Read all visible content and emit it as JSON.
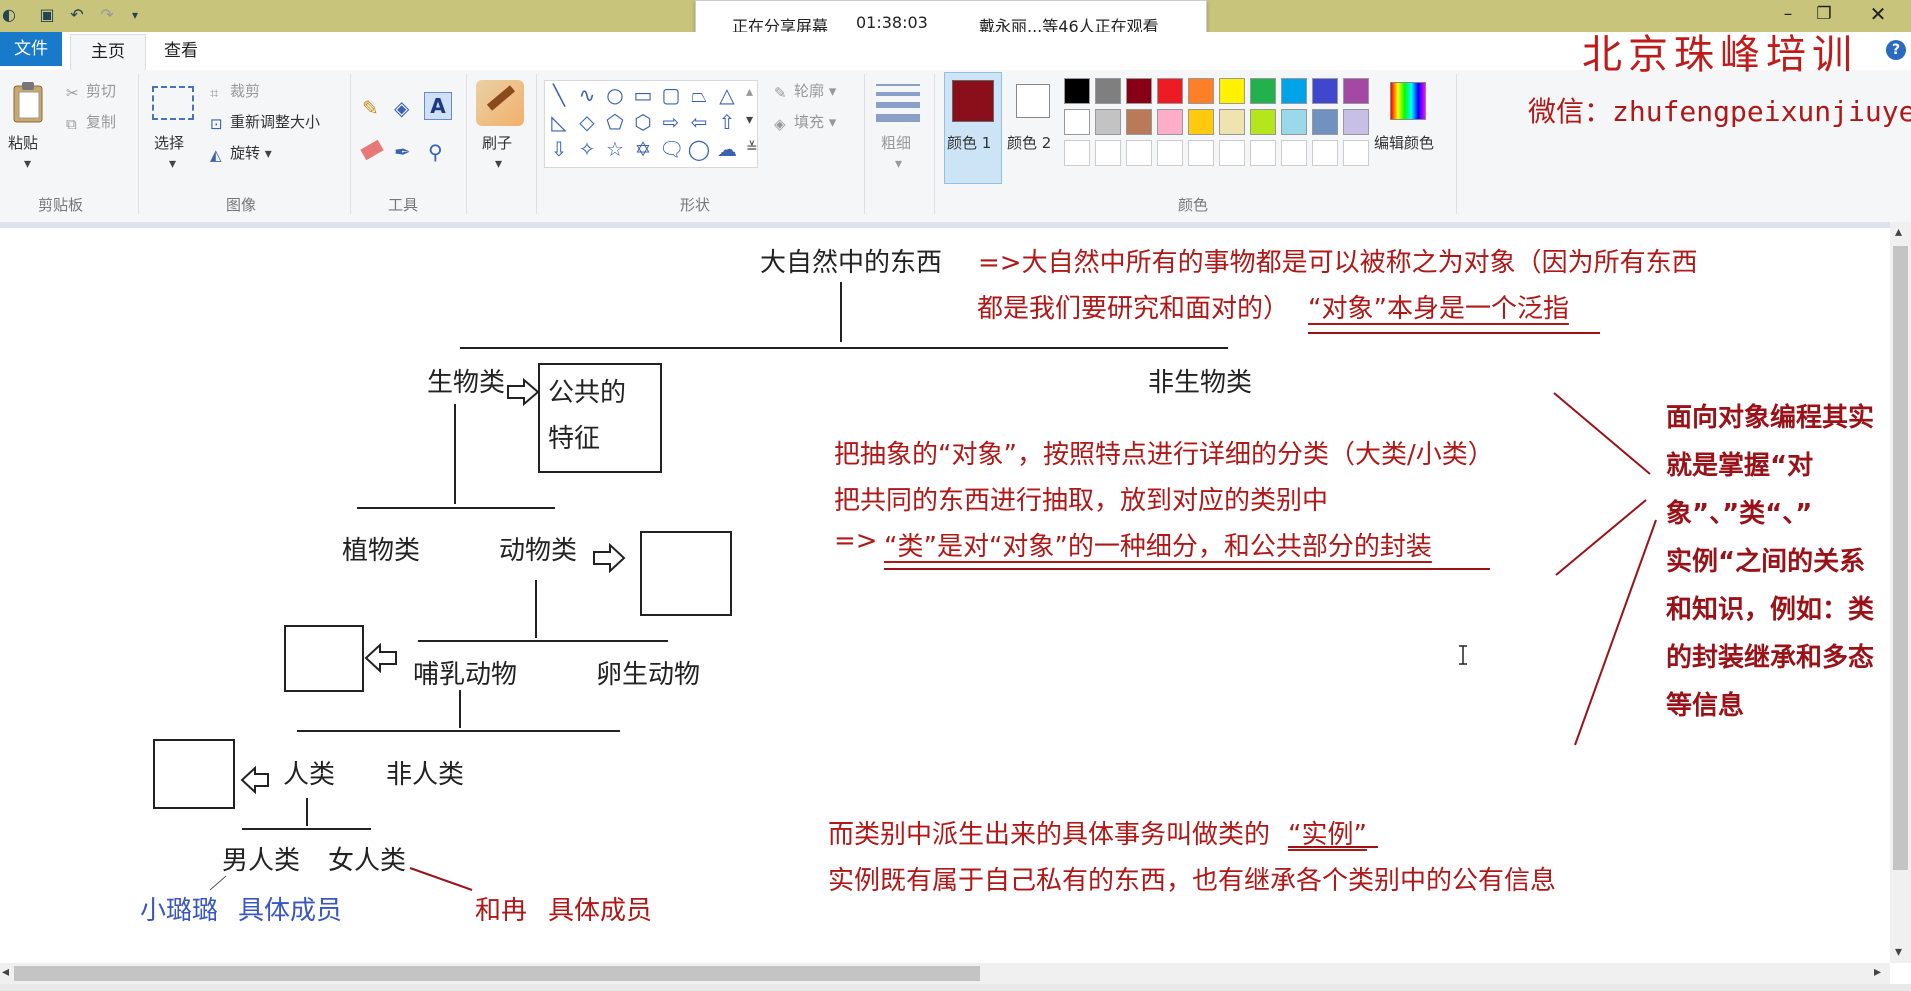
{
  "window": {
    "share_status": "正在分享屏幕",
    "share_time": "01:38:03",
    "viewers": "戴永丽...等46人正在观看",
    "watermark_title": "北京珠峰培训",
    "watermark_wechat": "微信：zhufengpeixunjiuye"
  },
  "tabs": {
    "file": "文件",
    "home": "主页",
    "view": "查看"
  },
  "ribbon": {
    "clipboard": {
      "paste": "粘贴",
      "cut": "剪切",
      "copy": "复制",
      "label": "剪贴板"
    },
    "image": {
      "select": "选择",
      "crop": "裁剪",
      "resize": "重新调整大小",
      "rotate": "旋转",
      "label": "图像"
    },
    "tools": {
      "label": "工具"
    },
    "brushes": {
      "label": "刷子"
    },
    "shapes": {
      "outline": "轮廓",
      "fill": "填充",
      "label": "形状"
    },
    "size": {
      "label": "粗细"
    },
    "colors": {
      "color1": "颜色 1",
      "color2": "颜色 2",
      "edit": "编辑颜色",
      "label": "颜色",
      "color1_value": "#8b0f1a",
      "color2_value": "#ffffff",
      "palette_row1": [
        "#000000",
        "#7f7f7f",
        "#880015",
        "#ed1c24",
        "#ff7f27",
        "#fff200",
        "#22b14c",
        "#00a2e8",
        "#3f48cc",
        "#a349a4"
      ],
      "palette_row2": [
        "#ffffff",
        "#c3c3c3",
        "#b97a57",
        "#ffaec9",
        "#ffc90e",
        "#efe4b0",
        "#b5e61d",
        "#99d9ea",
        "#7092be",
        "#c8bfe7"
      ],
      "palette_row3": [
        "#ffffff",
        "#ffffff",
        "#ffffff",
        "#ffffff",
        "#ffffff",
        "#ffffff",
        "#ffffff",
        "#ffffff",
        "#ffffff",
        "#ffffff"
      ]
    }
  },
  "diagram": {
    "root": "大自然中的东西",
    "root_note_1": "=>大自然中所有的事物都是可以被称之为对象（因为所有东西",
    "root_note_2_a": "都是我们要研究和面对的）",
    "root_note_2_b": "“对象”本身是一个泛指",
    "living": "生物类",
    "common_feature_1": "公共的",
    "common_feature_2": "特征",
    "non_living": "非生物类",
    "plants": "植物类",
    "animals": "动物类",
    "mammals": "哺乳动物",
    "oviparous": "卵生动物",
    "humans": "人类",
    "non_humans": "非人类",
    "male": "男人类",
    "female": "女人类",
    "member_a_name": "小璐璐",
    "member_a_label": "具体成员",
    "member_b_name": "和冉",
    "member_b_label": "具体成员",
    "classify_1": "把抽象的“对象”，按照特点进行详细的分类（大类/小类）",
    "classify_2": "把共同的东西进行抽取，放到对应的类别中",
    "classify_3_a": "=>",
    "classify_3_b": "“类”是对“对象”的一种细分，和公共部分的封装",
    "instance_1_a": "而类别中派生出来的具体事务叫做类的",
    "instance_1_b": "“实例”",
    "instance_2": "实例既有属于自己私有的东西，也有继承各个类别中的公有信息",
    "summary": [
      "面向对象编程其实",
      "就是掌握“对",
      "象”、”类“、”",
      "实例“之间的关系",
      "和知识，例如：类",
      "的封装继承和多态",
      "等信息"
    ]
  }
}
